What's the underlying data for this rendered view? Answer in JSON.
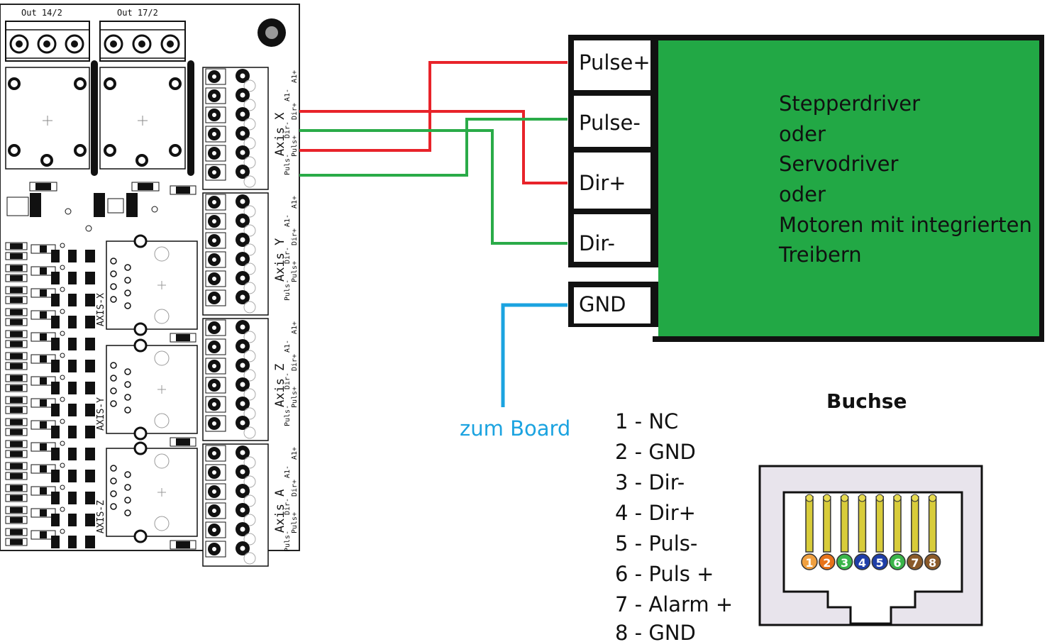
{
  "board": {
    "connectors": [
      "Out 14/2",
      "Out 17/2"
    ],
    "axes": [
      {
        "name": "Axis X",
        "pins": [
          "A1+",
          "A1-",
          "Dir+",
          "Dir-",
          "Puls+",
          "Puls-"
        ],
        "socket": "AXIS-X"
      },
      {
        "name": "Axis Y",
        "pins": [
          "A1+",
          "A1-",
          "Dir+",
          "Dir-",
          "Puls+",
          "Puls-"
        ],
        "socket": "AXIS-Y"
      },
      {
        "name": "Axis Z",
        "pins": [
          "A1+",
          "A1-",
          "Dir+",
          "Dir-",
          "Puls+",
          "Puls-"
        ],
        "socket": "AXIS-Z"
      },
      {
        "name": "Axis A",
        "pins": [
          "A1+",
          "A1-",
          "Dir+",
          "Dir-",
          "Puls+",
          "Puls-"
        ]
      }
    ]
  },
  "driver": {
    "terminals": [
      "Pulse+",
      "Pulse-",
      "Dir+",
      "Dir-",
      "GND"
    ],
    "description": [
      "Stepperdriver",
      "oder",
      "Servodriver",
      "oder",
      "Motoren mit integrierten",
      "Treibern"
    ],
    "fill_color": "#22a845"
  },
  "gnd_wire": {
    "label": "zum Board",
    "color": "#1ba3e0"
  },
  "wire_colors": {
    "red": "#e8232a",
    "green": "#2aab48"
  },
  "socket": {
    "title": "Buchse",
    "pinout": [
      "1 - NC",
      "2 - GND",
      "3 - Dir-",
      "4 - Dir+",
      "5 - Puls-",
      "6 - Puls +",
      "7 - Alarm +",
      "8 - GND"
    ],
    "pin_numbers": [
      "1",
      "2",
      "3",
      "4",
      "5",
      "6",
      "7",
      "8"
    ],
    "pin_colors": [
      "#f0a040",
      "#e8731a",
      "#3ab54a",
      "#1f3ea8",
      "#1f3ea8",
      "#3ab54a",
      "#8a5a2a",
      "#8a5a2a"
    ]
  }
}
